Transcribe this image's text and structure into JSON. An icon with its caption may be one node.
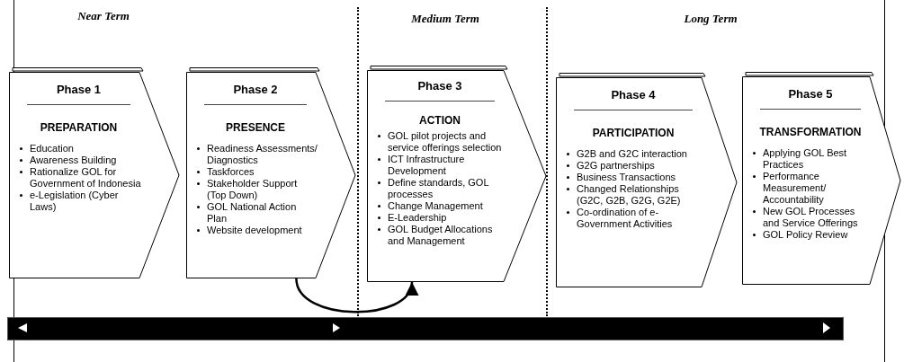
{
  "diagram": {
    "nodes": [
      {
        "text": [
          "Phase 1",
          "PREPARATION",
          "Education",
          "Awareness Building",
          "Rationalize  GOL for Government of Indonesia",
          "e-Legislation (Cyber Laws)"
        ]
      },
      {
        "text": [
          "Phase 2",
          "PRESENCE",
          "Readiness Assessments/ Diagnostics",
          "Taskforces",
          "Stakeholder Support (Top Down)",
          "GOL National Action Plan",
          "Website development"
        ]
      },
      {
        "text": [
          "Phase 3",
          "ACTION",
          "GOL pilot projects and service offerings selection",
          "ICT Infrastructure Development",
          "Define standards, GOL processes",
          "Change Management",
          "E-Leadership",
          "GOL Budget Allocations and Management"
        ]
      },
      {
        "text": [
          "Phase 4",
          "PARTICIPATION",
          "G2B and G2C interaction",
          "G2G partnerships",
          "Business Transactions",
          "Changed Relationships (G2C, G2B, G2G, G2E)",
          "Co-ordination of e-Government Activities"
        ]
      },
      {
        "text": [
          "Phase 5",
          "TRANSFORMATION",
          "Applying GOL Best Practices",
          "Performance Measurement/ Accountability",
          "New  GOL Processes and Service Offerings",
          "GOL Policy Review"
        ]
      }
    ],
    "edges": [
      {
        "from": 1,
        "to": 2,
        "arrow": "to"
      }
    ],
    "labels": [
      "Near Term",
      "Medium Term",
      "Long Term"
    ]
  }
}
